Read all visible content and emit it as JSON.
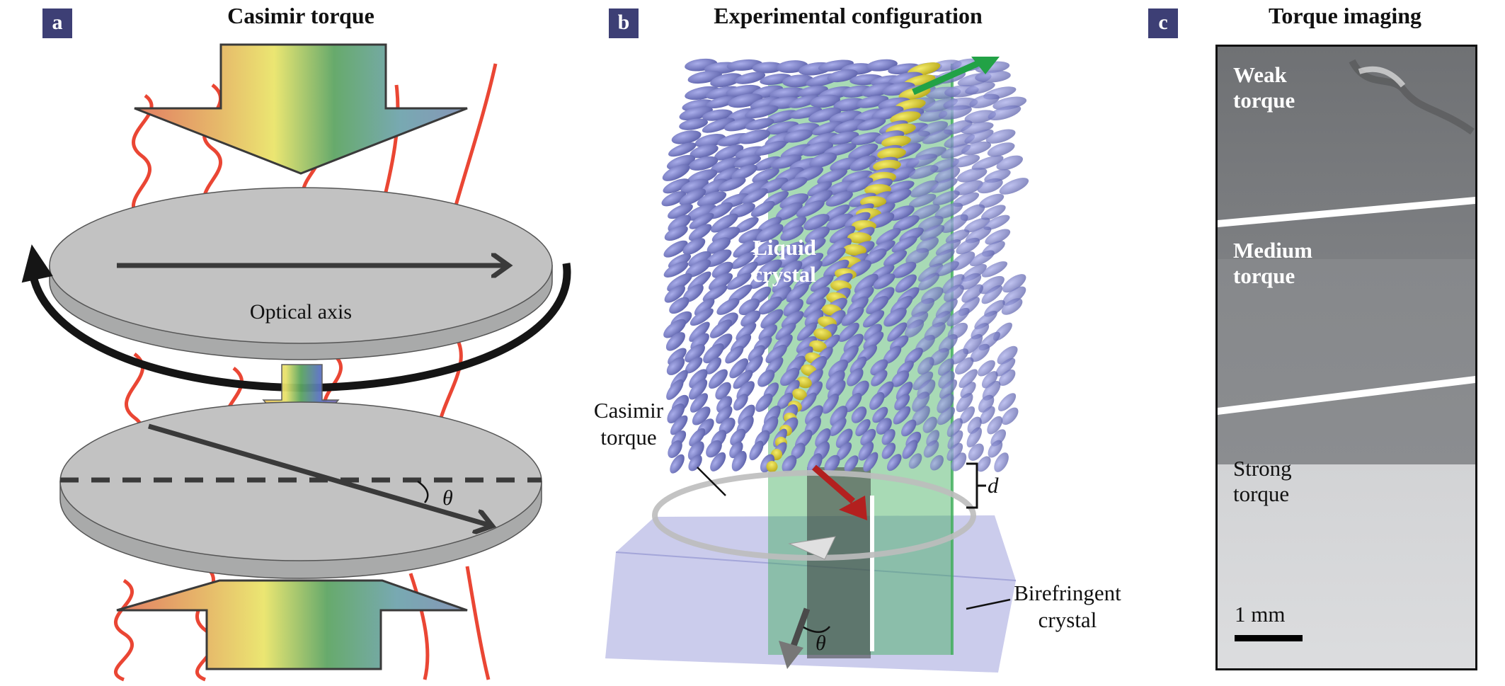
{
  "panels": [
    {
      "id": "a",
      "label": "a",
      "title": "Casimir torque",
      "annotations": {
        "optical_axis": "Optical axis",
        "angle_symbol": "θ"
      }
    },
    {
      "id": "b",
      "label": "b",
      "title": "Experimental configuration",
      "annotations": {
        "liquid_crystal_line1": "Liquid",
        "liquid_crystal_line2": "crystal",
        "casimir_torque_line1": "Casimir",
        "casimir_torque_line2": "torque",
        "separation_symbol": "d",
        "birefringent_line1": "Birefringent",
        "birefringent_line2": "crystal",
        "angle_symbol": "θ"
      }
    },
    {
      "id": "c",
      "label": "c",
      "title": "Torque imaging",
      "sections": [
        {
          "line1": "Weak",
          "line2": "torque",
          "text_color": "#ffffff",
          "shade": "#7a7c7f"
        },
        {
          "line1": "Medium",
          "line2": "torque",
          "text_color": "#ffffff",
          "shade": "#8a8c8f"
        },
        {
          "line1": "Strong",
          "line2": "torque",
          "text_color": "#111111",
          "shade": "#d9dadc"
        }
      ],
      "scale_bar_label": "1 mm"
    }
  ],
  "colors": {
    "panel_label_bg": "#3d3f75",
    "disc_fill": "#c2c2c2",
    "disc_edge": "#a9aaaa",
    "wave_red": "#e8321e",
    "lc_molecule": "#7b80c8",
    "lc_highlight": "#e6d92a",
    "green_plane": "#3fae5a",
    "red_arrow": "#b3201f",
    "crystal_slab": "#b9bbe6"
  }
}
